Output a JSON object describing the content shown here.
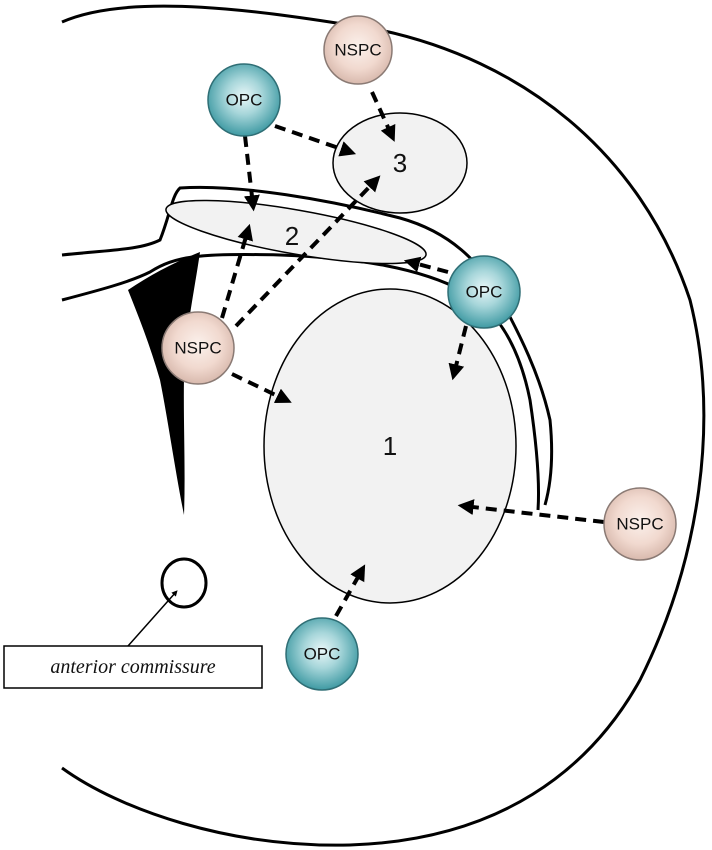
{
  "regions": [
    {
      "id": "region-1",
      "label": "1"
    },
    {
      "id": "region-2",
      "label": "2"
    },
    {
      "id": "region-3",
      "label": "3"
    }
  ],
  "cells": {
    "nspc_top": "NSPC",
    "opc_top_left": "OPC",
    "opc_right": "OPC",
    "nspc_left": "NSPC",
    "nspc_right": "NSPC",
    "opc_bottom": "OPC"
  },
  "caption": {
    "text": "anterior commissure"
  },
  "colors": {
    "nspc_fill": "#f3ddd5",
    "opc_fill": "#4fa8b0",
    "region_fill": "#f2f2f2",
    "ventricle_fill": "#000000"
  }
}
